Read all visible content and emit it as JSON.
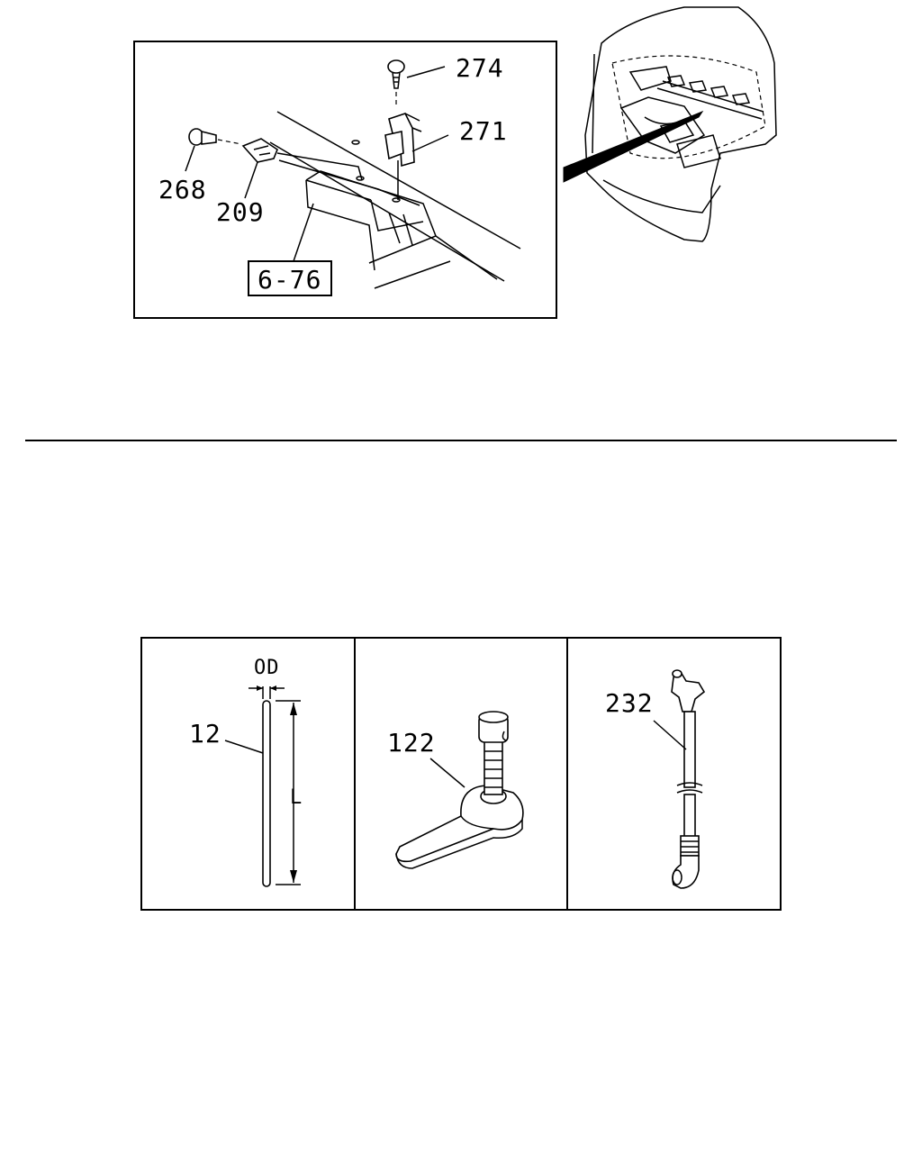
{
  "upper_diagram": {
    "callouts": {
      "p274": "274",
      "p271": "271",
      "p268": "268",
      "p209": "209",
      "ref": "6-76"
    }
  },
  "lower_diagram": {
    "panels": [
      {
        "part": "12",
        "dim_od": "OD",
        "dim_len": "L"
      },
      {
        "part": "122"
      },
      {
        "part": "232"
      }
    ]
  },
  "colors": {
    "ink": "#000000",
    "paper": "#ffffff"
  }
}
